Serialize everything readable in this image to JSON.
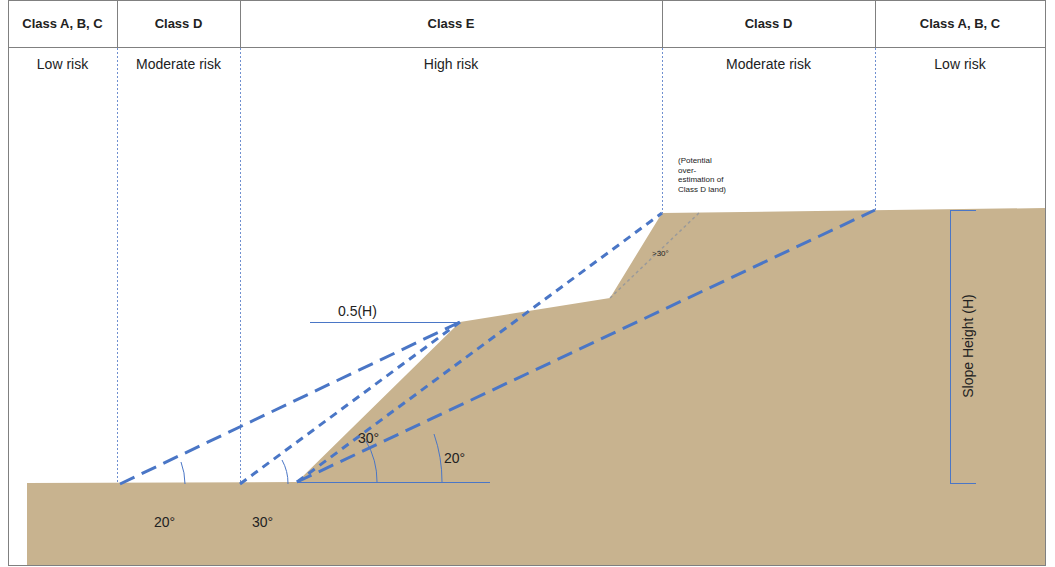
{
  "diagram": {
    "nodes": [
      {
        "text": [
          "Class A, B, C",
          "Low risk"
        ]
      },
      {
        "text": [
          "Class D",
          "Moderate risk"
        ]
      },
      {
        "text": [
          "Class E",
          "High risk"
        ]
      },
      {
        "text": [
          "Class D",
          "Moderate risk"
        ]
      },
      {
        "text": [
          "Class A, B, C",
          "Low risk"
        ]
      }
    ],
    "labels": [
      "0.5(H)",
      "(Potential over-estimation of Class D land)",
      ">30°",
      "30°",
      "20°",
      "20°",
      "30°",
      "Slope Height (H)"
    ]
  }
}
